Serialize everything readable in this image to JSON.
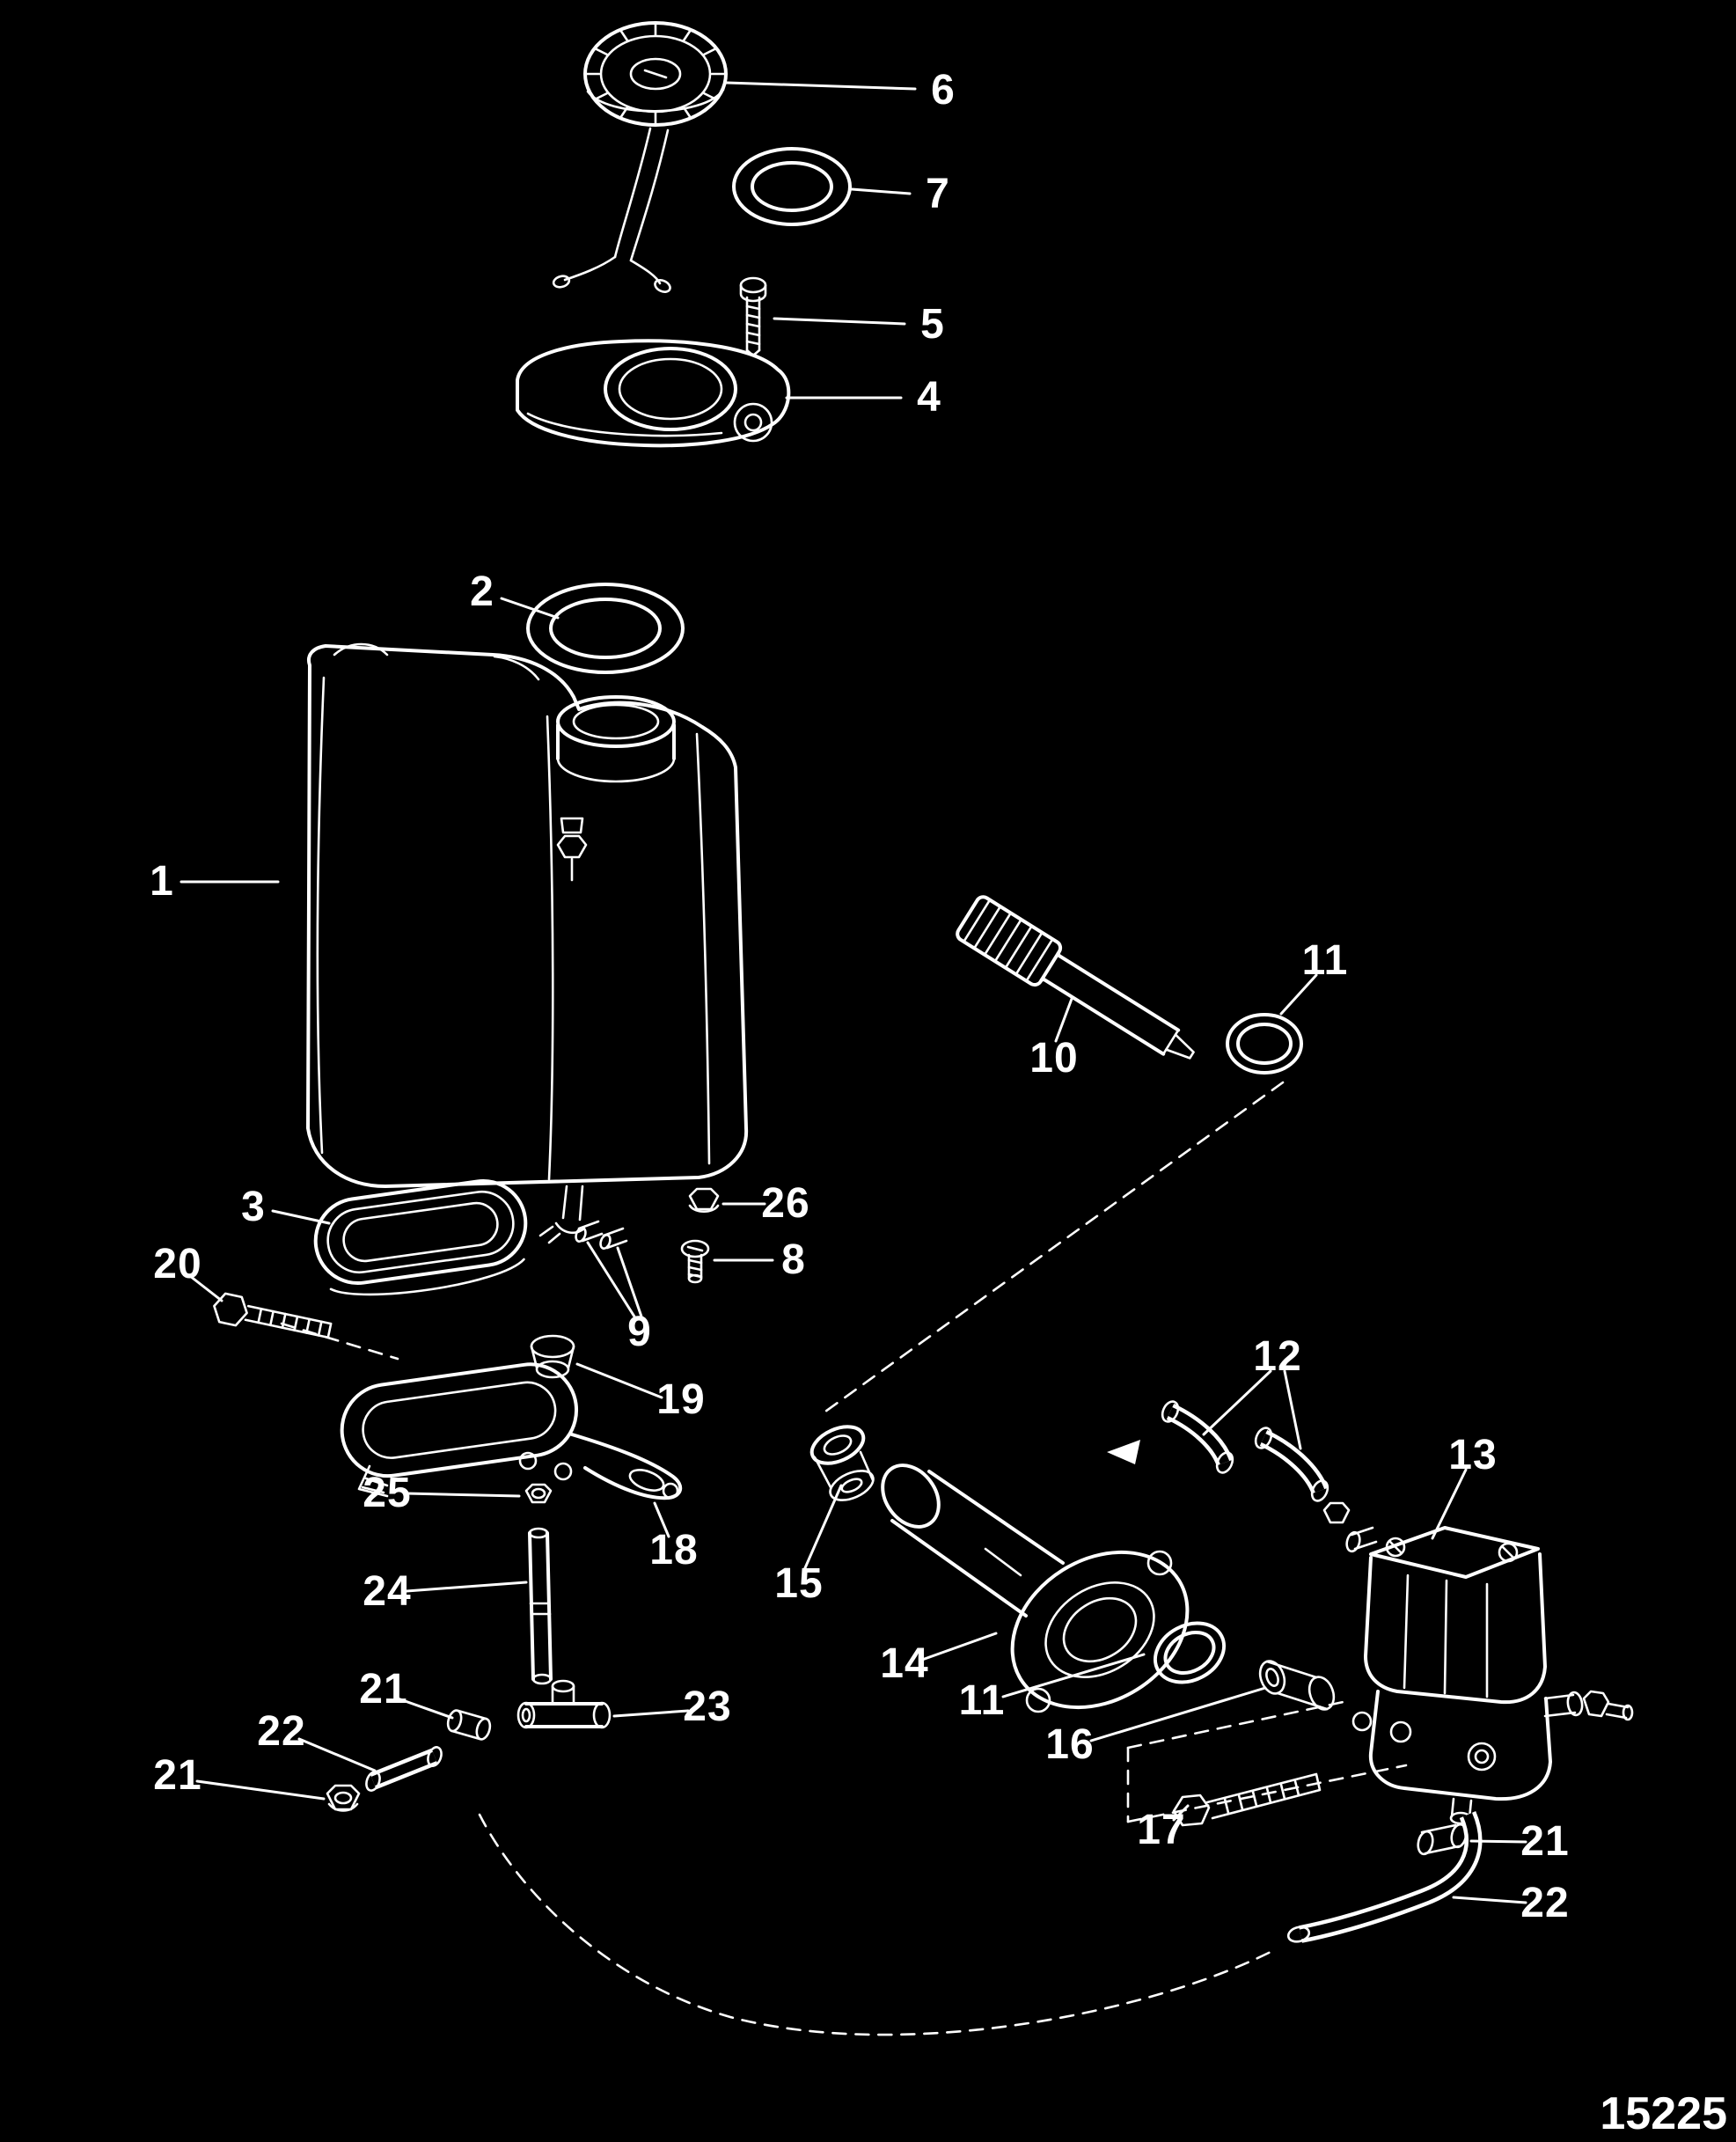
{
  "diagram": {
    "type": "exploded-parts-diagram",
    "background_color": "#000000",
    "line_color": "#ffffff",
    "drawing_number": "15225",
    "callouts": [
      {
        "label": "6"
      },
      {
        "label": "7"
      },
      {
        "label": "5"
      },
      {
        "label": "4"
      },
      {
        "label": "2"
      },
      {
        "label": "1"
      },
      {
        "label": "10"
      },
      {
        "label": "11"
      },
      {
        "label": "26"
      },
      {
        "label": "8"
      },
      {
        "label": "3"
      },
      {
        "label": "9"
      },
      {
        "label": "20"
      },
      {
        "label": "19"
      },
      {
        "label": "25"
      },
      {
        "label": "18"
      },
      {
        "label": "24"
      },
      {
        "label": "15"
      },
      {
        "label": "14"
      },
      {
        "label": "12"
      },
      {
        "label": "13"
      },
      {
        "label": "11"
      },
      {
        "label": "16"
      },
      {
        "label": "17"
      },
      {
        "label": "21"
      },
      {
        "label": "22"
      },
      {
        "label": "21"
      },
      {
        "label": "23"
      },
      {
        "label": "21"
      },
      {
        "label": "22"
      }
    ]
  }
}
